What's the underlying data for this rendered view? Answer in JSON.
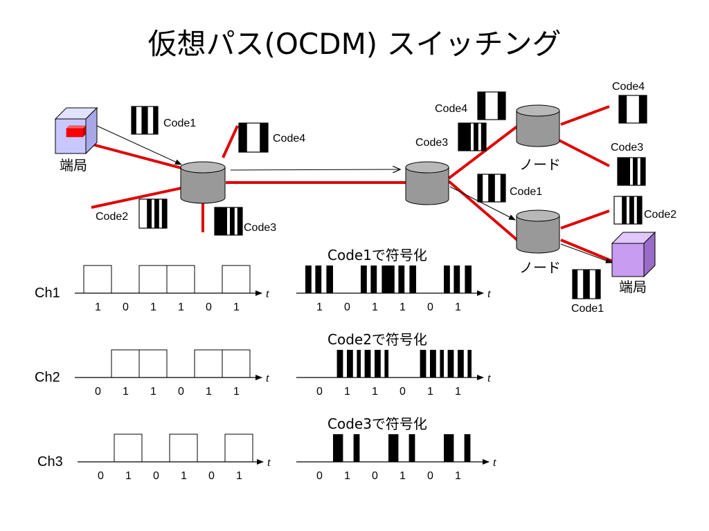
{
  "title": "仮想パス(OCDM) スイッチング",
  "colors": {
    "link": "#e00000",
    "node": "#999999",
    "terminal_left": "#c8c8ff",
    "terminal_right": "#c89cf0",
    "port": "#ff0000"
  },
  "network": {
    "terminal_label": "端局",
    "node_label": "ノード",
    "codes": {
      "code1": "Code1",
      "code2": "Code2",
      "code3": "Code3",
      "code4": "Code4"
    }
  },
  "channels": [
    {
      "label": "Ch1",
      "bits": [
        "1",
        "0",
        "1",
        "1",
        "0",
        "1"
      ]
    },
    {
      "label": "Ch2",
      "bits": [
        "0",
        "1",
        "1",
        "0",
        "1",
        "1"
      ]
    },
    {
      "label": "Ch3",
      "bits": [
        "0",
        "1",
        "0",
        "1",
        "0",
        "1"
      ]
    }
  ],
  "encoded": [
    {
      "caption": "Code1で符号化",
      "bits": [
        "1",
        "0",
        "1",
        "1",
        "0",
        "1"
      ]
    },
    {
      "caption": "Code2で符号化",
      "bits": [
        "0",
        "1",
        "1",
        "0",
        "1",
        "1"
      ]
    },
    {
      "caption": "Code3で符号化",
      "bits": [
        "0",
        "1",
        "0",
        "1",
        "0",
        "1"
      ]
    }
  ],
  "axis_var": "t"
}
